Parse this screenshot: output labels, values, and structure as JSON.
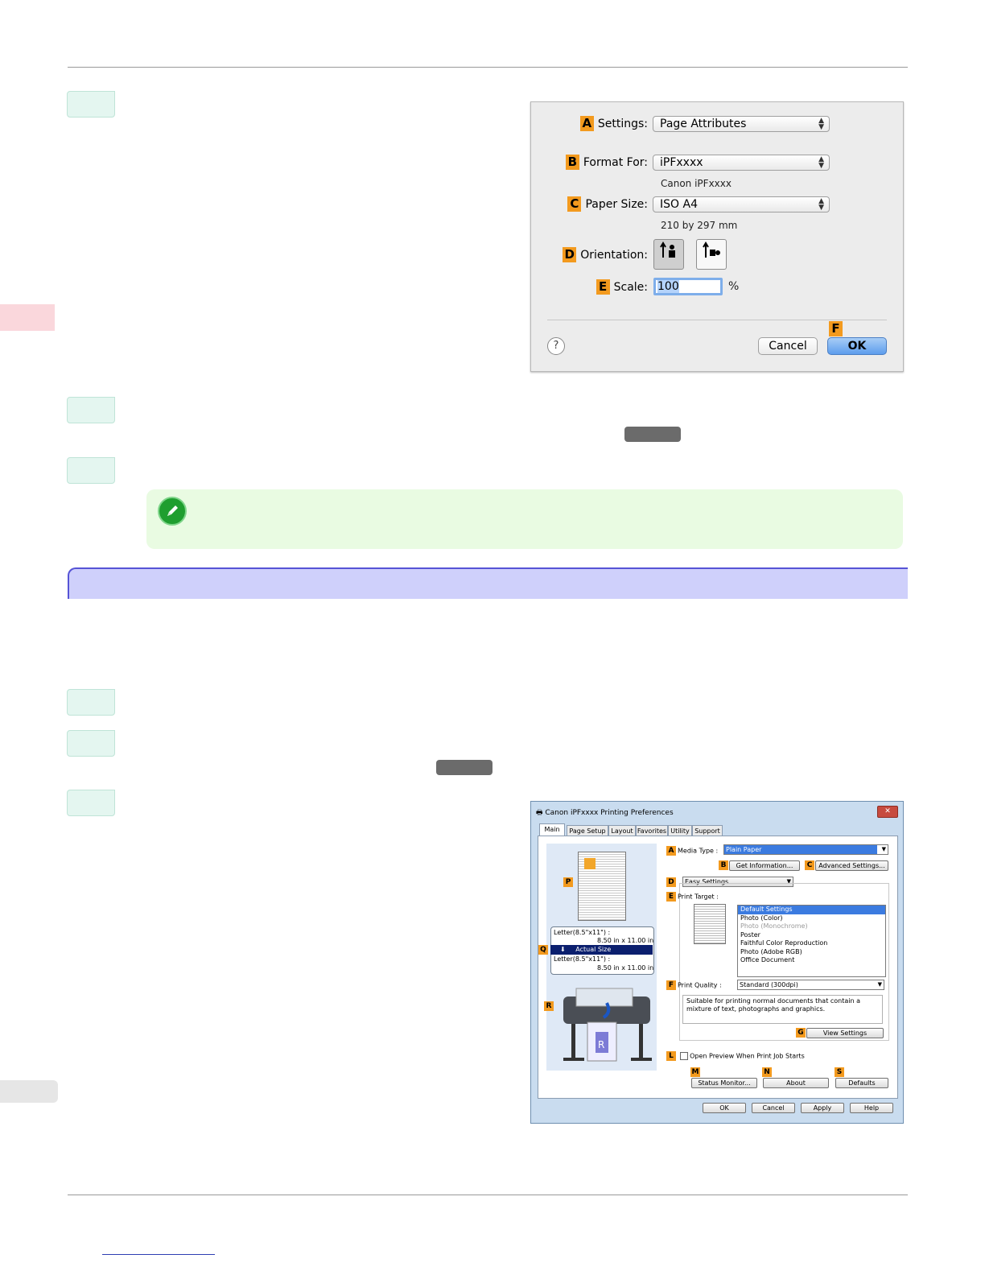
{
  "mac_dialog": {
    "settings_letter": "A",
    "settings_label": "Settings:",
    "settings_value": "Page Attributes",
    "format_letter": "B",
    "format_label": "Format For:",
    "format_value": "iPFxxxx",
    "format_sub": "Canon iPFxxxx",
    "paper_letter": "C",
    "paper_label": "Paper Size:",
    "paper_value": "ISO A4",
    "paper_sub": "210 by 297 mm",
    "orientation_letter": "D",
    "orientation_label": "Orientation:",
    "scale_letter": "E",
    "scale_label": "Scale:",
    "scale_value": "100",
    "scale_unit": "%",
    "ok_letter": "F",
    "help": "?",
    "cancel": "Cancel",
    "ok": "OK"
  },
  "win_dialog": {
    "title": "Canon iPFxxxx Printing Preferences",
    "close": "✕",
    "tabs": [
      "Main",
      "Page Setup",
      "Layout",
      "Favorites",
      "Utility",
      "Support"
    ],
    "letters": {
      "A": "A",
      "B": "B",
      "C": "C",
      "D": "D",
      "E": "E",
      "F": "F",
      "G": "G",
      "L": "L",
      "M": "M",
      "N": "N",
      "S": "S",
      "P": "P",
      "Q": "Q",
      "R": "R"
    },
    "media_type_label": "Media Type :",
    "media_type_value": "Plain Paper",
    "get_info": "Get Information...",
    "advanced": "Advanced Settings...",
    "easy_settings": "Easy Settings",
    "print_target_label": "Print Target :",
    "print_targets": [
      "Default Settings",
      "Photo (Color)",
      "Photo (Monochrome)",
      "Poster",
      "Faithful Color Reproduction",
      "Photo (Adobe RGB)",
      "Office Document"
    ],
    "print_quality_label": "Print Quality :",
    "print_quality_value": "Standard (300dpi)",
    "description": "Suitable for printing normal documents that contain a mixture of text, photographs and graphics.",
    "view_settings": "View Settings",
    "open_preview": "Open Preview When Print Job Starts",
    "status_monitor": "Status Monitor...",
    "about": "About",
    "defaults": "Defaults",
    "paper_top_line1": "Letter(8.5\"x11\") :",
    "paper_top_line2": "8.50 in x 11.00 in",
    "actual_size": "Actual Size",
    "paper_bottom_line1": "Letter(8.5\"x11\") :",
    "paper_bottom_line2": "8.50 in x 11.00 in",
    "ok": "OK",
    "cancel": "Cancel",
    "apply": "Apply",
    "help": "Help"
  }
}
